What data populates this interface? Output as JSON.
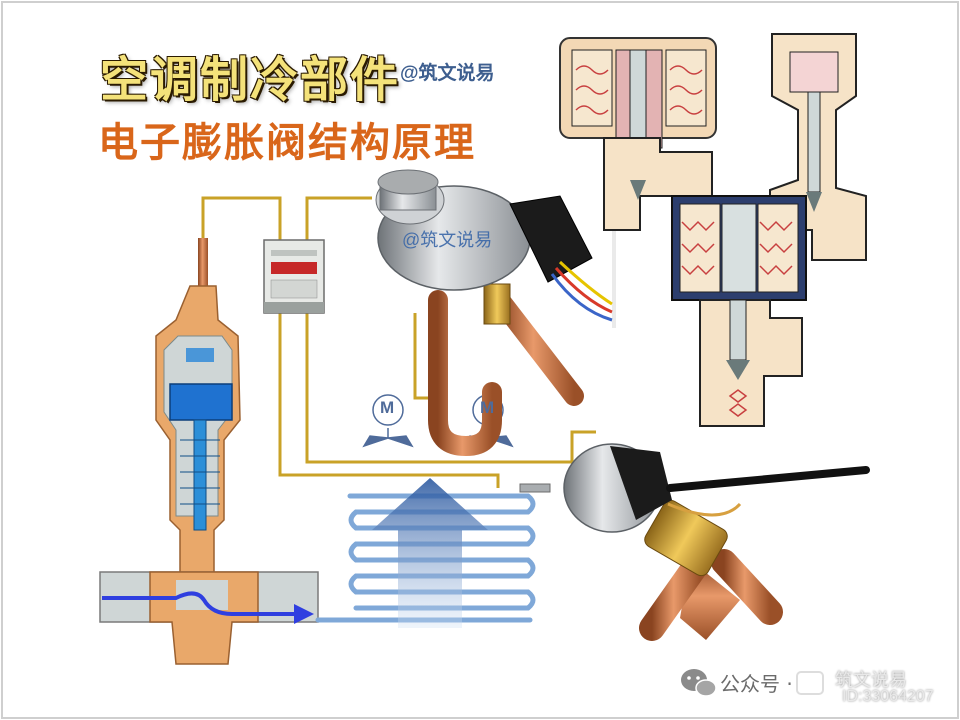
{
  "title": "空调制冷部件",
  "subtitle": "电子膨胀阀结构原理",
  "author_handle": "@筑文说易",
  "photo_watermark": "@筑文说易",
  "motor_labels": [
    "M",
    "M"
  ],
  "wechat": {
    "label": "公众号 ·",
    "name": "筑文说易",
    "id": "ID:33064207"
  },
  "colors": {
    "wire": "#c9a227",
    "coil": "#3b79b8",
    "flow_arrow": "#2f3fe0",
    "valve_body": "#e9a86a",
    "copper": "#c8733c",
    "title_yellow": "#f4e27a",
    "title_orange": "#d9661a"
  },
  "icons": [
    "wechat-icon",
    "motor-fan-icon",
    "controller-icon",
    "flow-arrow-icon"
  ]
}
